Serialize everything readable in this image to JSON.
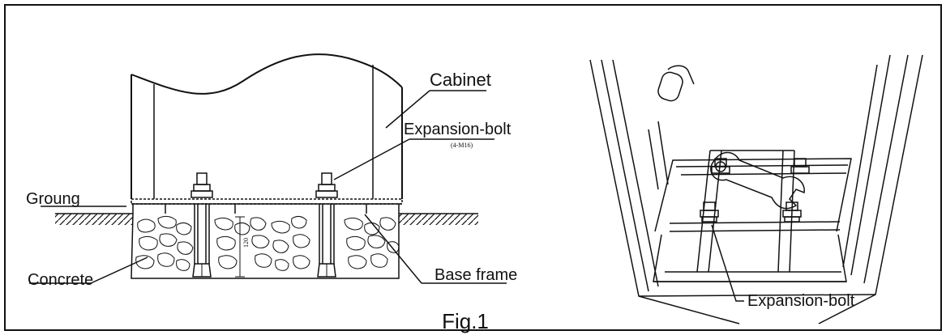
{
  "figure": {
    "caption": "Fig.1"
  },
  "left_diagram": {
    "labels": {
      "cabinet": "Cabinet",
      "expansion_bolt": "Expansion-bolt",
      "bolt_spec": "(4-M16)",
      "ground": "Groung",
      "concrete": "Concrete",
      "base_frame": "Base frame",
      "depth": "120"
    }
  },
  "right_diagram": {
    "labels": {
      "expansion_bolt": "Expansion-bolt"
    }
  }
}
